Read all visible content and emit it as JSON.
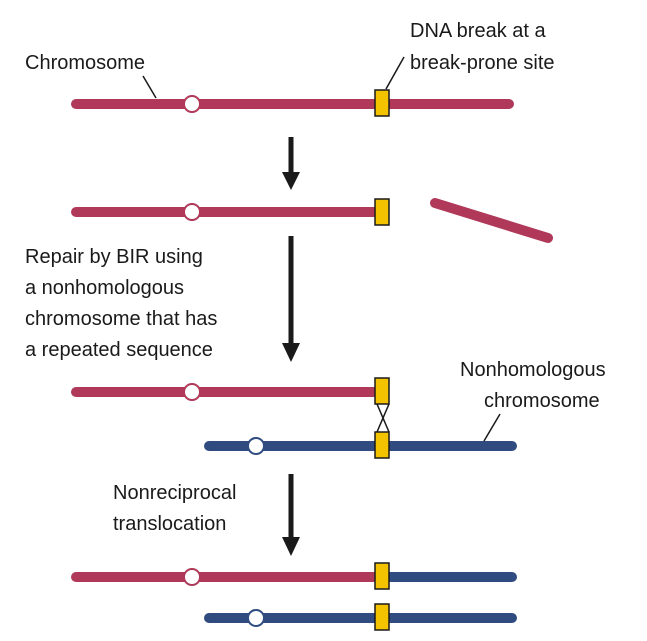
{
  "labels": {
    "chromosome": "Chromosome",
    "break_line1": "DNA break at a",
    "break_line2": "break-prone site",
    "repair_line1": "Repair by BIR using",
    "repair_line2": "a nonhomologous",
    "repair_line3": "chromosome that has",
    "repair_line4": "a repeated sequence",
    "nonhom_line1": "Nonhomologous",
    "nonhom_line2": "chromosome",
    "translocation_line1": "Nonreciprocal",
    "translocation_line2": "translocation"
  },
  "colors": {
    "chromosome_red": "#b0395a",
    "nonhomologous_blue": "#2f4b7f",
    "break_site_yellow": "#f3c300",
    "arrow": "#1a1a1a",
    "text": "#1a1a1a"
  }
}
